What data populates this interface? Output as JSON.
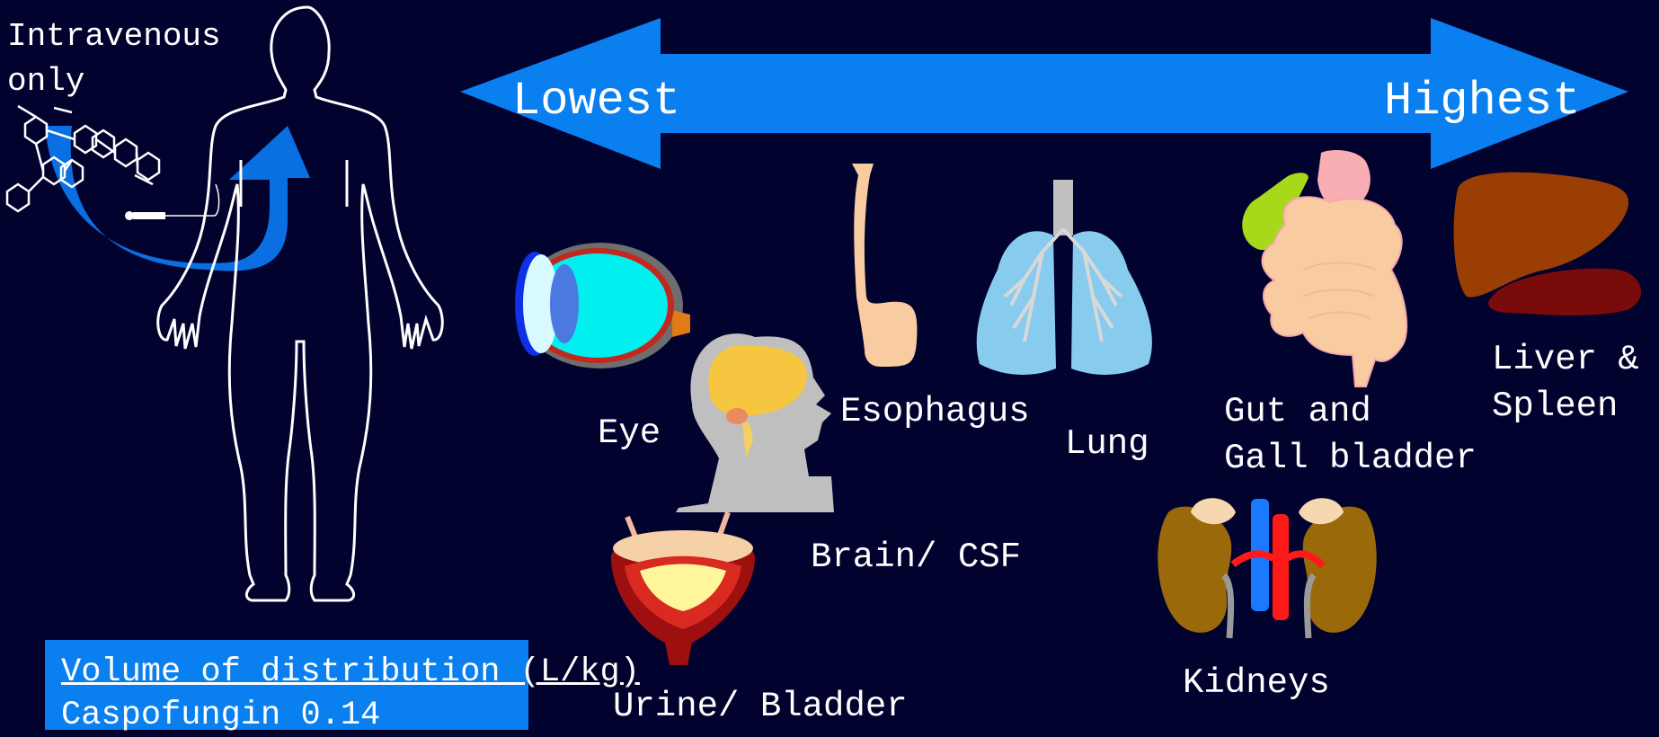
{
  "scale": {
    "low_label": "Lowest",
    "high_label": "Highest",
    "arrow_color": "#0a7ff0"
  },
  "route": {
    "label": "Intravenous\n only"
  },
  "organs": [
    {
      "id": "eye",
      "label": "Eye"
    },
    {
      "id": "brain",
      "label": "Brain/ CSF"
    },
    {
      "id": "bladder",
      "label": "Urine/ Bladder"
    },
    {
      "id": "esophagus",
      "label": "Esophagus"
    },
    {
      "id": "lung",
      "label": "Lung"
    },
    {
      "id": "gut",
      "label": "Gut and\nGall bladder"
    },
    {
      "id": "kidneys",
      "label": "Kidneys"
    },
    {
      "id": "liver",
      "label": "Liver &\nSpleen"
    }
  ],
  "distribution": {
    "title": "Volume of distribution (L/kg)",
    "rows": [
      "Caspofungin 0.14"
    ]
  },
  "colors": {
    "background": "#02022f",
    "accent": "#0a7ff0"
  }
}
